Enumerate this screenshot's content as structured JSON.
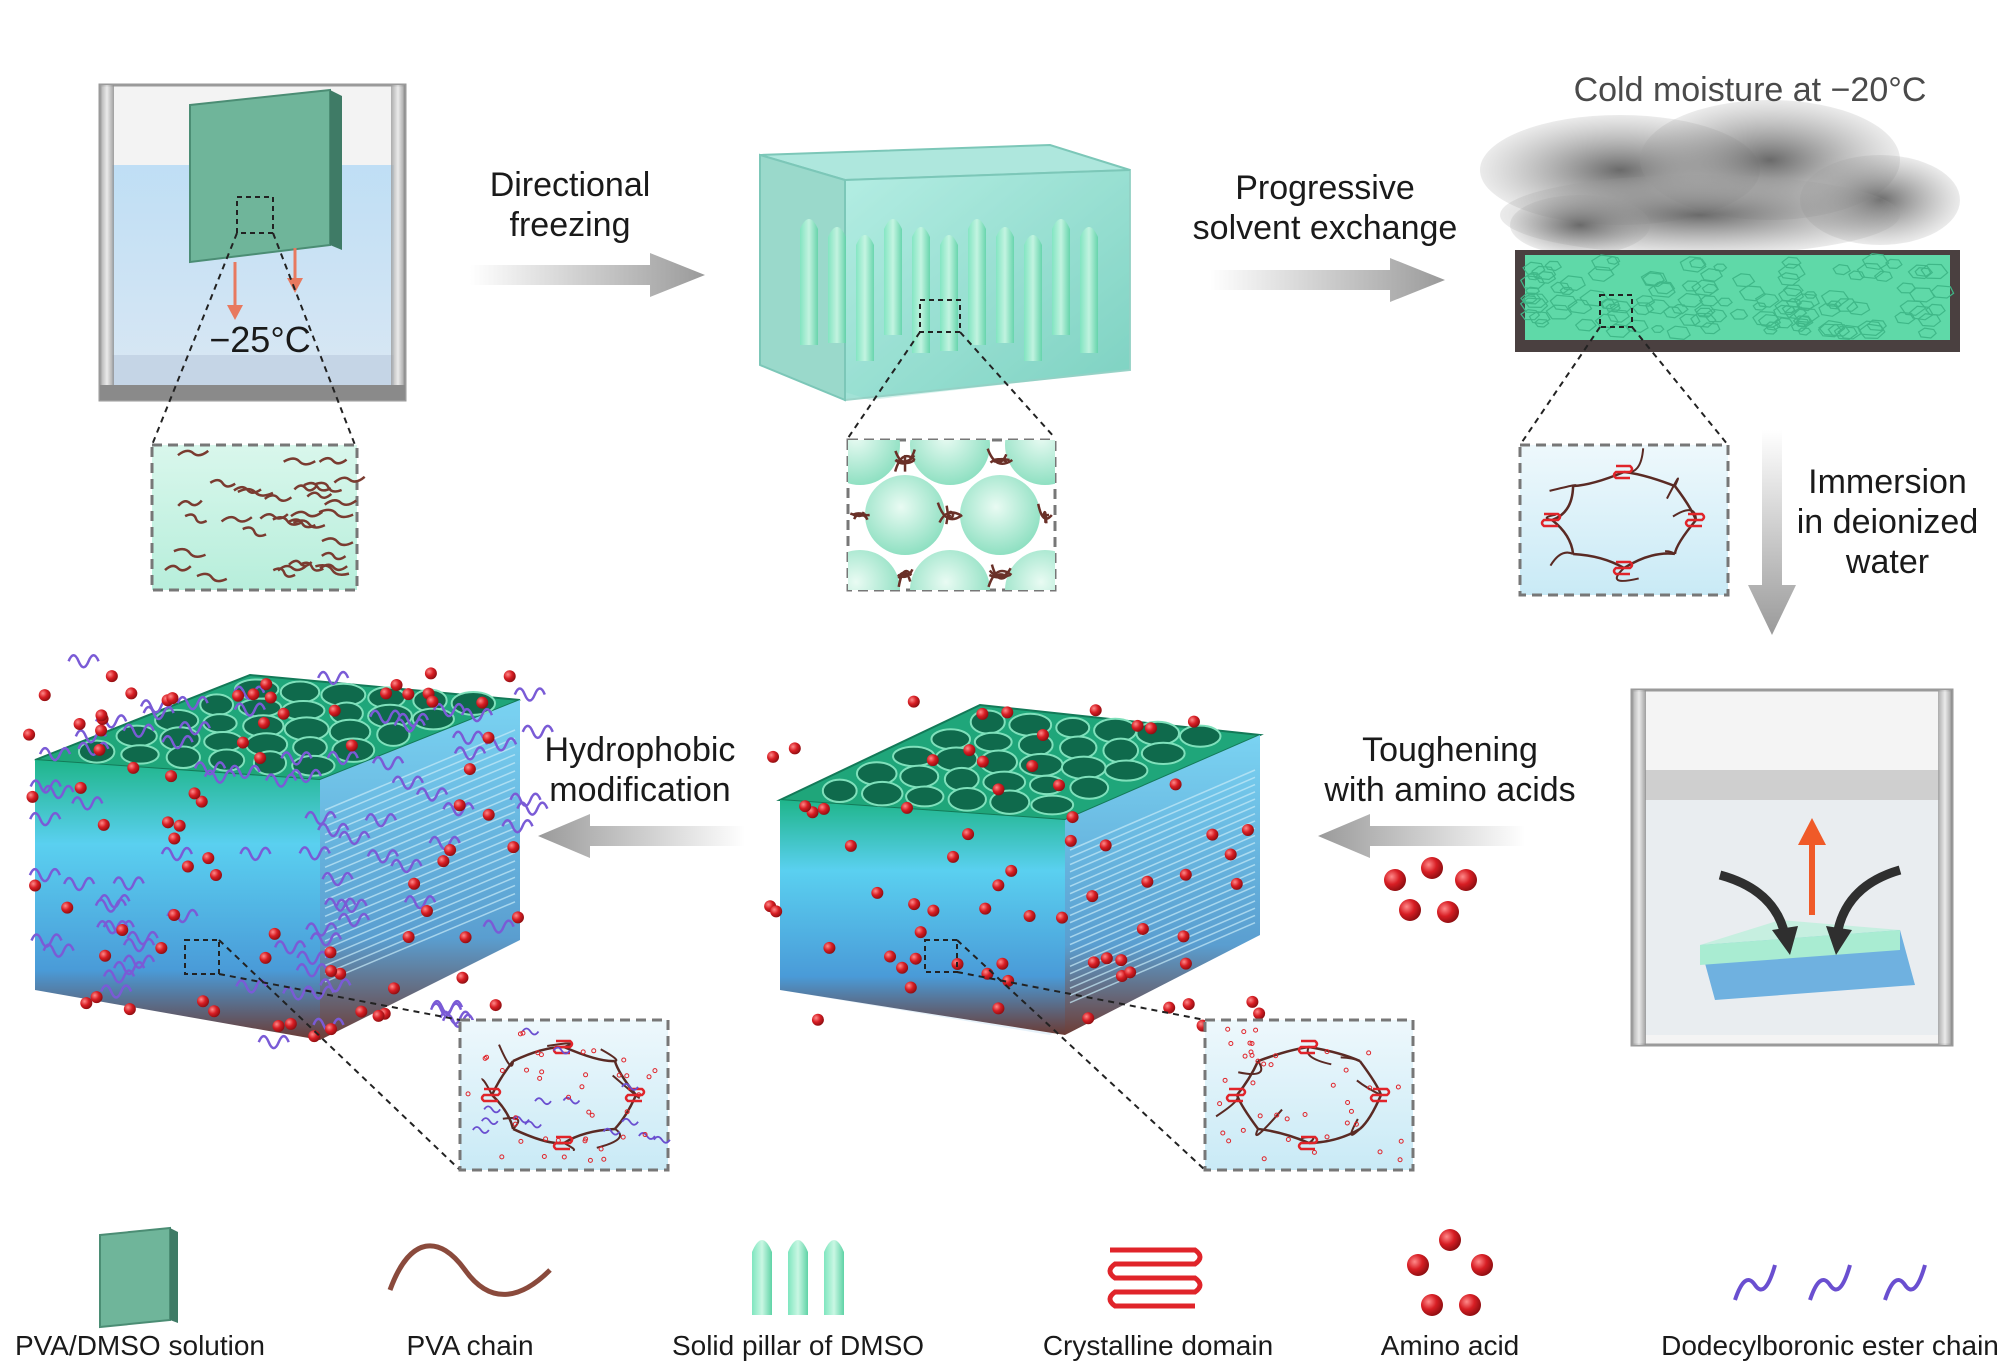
{
  "step_labels": {
    "directional_freezing": [
      "Directional",
      "freezing"
    ],
    "progressive_solvent_exchange": [
      "Progressive",
      "solvent exchange"
    ],
    "immersion": [
      "Immersion",
      "in deionized",
      "water"
    ],
    "toughening": [
      "Toughening",
      "with amino acids"
    ],
    "hydrophobic_modification": [
      "Hydrophobic",
      "modification"
    ]
  },
  "temperatures": {
    "freezing_bath": "−25°C",
    "cold_moisture": "Cold moisture at −20°C"
  },
  "legend": [
    {
      "icon": "pva-dmso-solution-icon",
      "label": "PVA/DMSO solution"
    },
    {
      "icon": "pva-chain-icon",
      "label": "PVA chain"
    },
    {
      "icon": "dmso-pillar-icon",
      "label": "Solid pillar of DMSO"
    },
    {
      "icon": "crystalline-domain-icon",
      "label": "Crystalline domain"
    },
    {
      "icon": "amino-acid-icon",
      "label": "Amino acid"
    },
    {
      "icon": "dodecylboronic-chain-icon",
      "label": "Dodecylboronic ester chain"
    }
  ],
  "colors": {
    "gel_green": "#5fd7a8",
    "water_blue": "#9fd2f0",
    "pva_chain": "#7a3b30",
    "crystalline": "#e0242a",
    "amino_acid": "#d81e24",
    "boronic_chain": "#7a5bd6",
    "arrow_gray": "#a8a8a8",
    "orange_arrow": "#f05a28"
  }
}
